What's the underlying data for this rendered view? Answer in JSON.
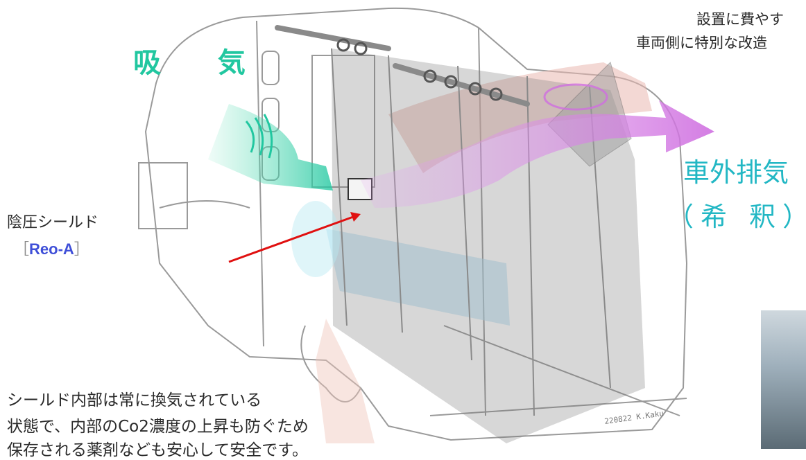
{
  "labels": {
    "intake": "吸 気",
    "exhaust": "車外排気",
    "dilute": "（希 釈）",
    "shield_name": "陰圧シールド",
    "product_open": "［",
    "product_name": "Reo-A",
    "product_close": "］"
  },
  "notes": {
    "top_line1": "設置に費やす",
    "top_line2": "車両側に特別な改造",
    "body_line1": "シールド内部は常に換気されている",
    "body_line2": "状態で、内部のCo2濃度の上昇も防ぐため",
    "body_line3": "保存される薬剤なども安心して安全です。"
  },
  "sketch_signature": "220822 K.Kaku",
  "colors": {
    "intake_green": "#21c7a0",
    "exhaust_purple": "#cf6fe0",
    "label_cyan": "#22b7c4",
    "product_blue": "#3f4fd8",
    "pointer_red": "#e01010"
  }
}
